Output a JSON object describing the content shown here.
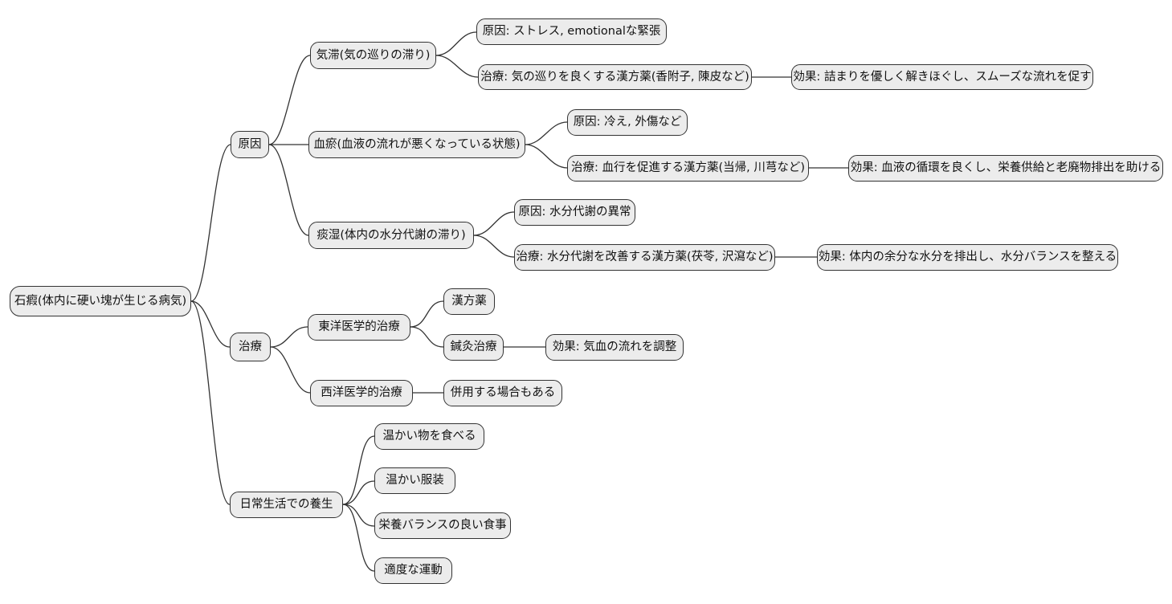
{
  "diagram_type": "mindmap",
  "colors": {
    "background": "#ffffff",
    "node_fill": "#ececec",
    "node_border": "#333333",
    "edge": "#333333",
    "text": "#111111"
  },
  "mindmap": {
    "root": {
      "label": "石瘕(体内に硬い塊が生じる病気)"
    },
    "cause": {
      "label": "原因",
      "kitai": {
        "label": "気滞(気の巡りの滞り)",
        "cause": {
          "label": "原因: ストレス, emotionalな緊張"
        },
        "treatment": {
          "label": "治療: 気の巡りを良くする漢方薬(香附子, 陳皮など)",
          "effect": {
            "label": "効果: 詰まりを優しく解きほぐし、スムーズな流れを促す"
          }
        }
      },
      "ketsuo": {
        "label": "血瘀(血液の流れが悪くなっている状態)",
        "cause": {
          "label": "原因: 冷え, 外傷など"
        },
        "treatment": {
          "label": "治療: 血行を促進する漢方薬(当帰, 川芎など)",
          "effect": {
            "label": "効果: 血液の循環を良くし、栄養供給と老廃物排出を助ける"
          }
        }
      },
      "tanshitsu": {
        "label": "痰湿(体内の水分代謝の滞り)",
        "cause": {
          "label": "原因: 水分代謝の異常"
        },
        "treatment": {
          "label": "治療: 水分代謝を改善する漢方薬(茯苓, 沢瀉など)",
          "effect": {
            "label": "効果: 体内の余分な水分を排出し、水分バランスを整える"
          }
        }
      }
    },
    "treatment": {
      "label": "治療",
      "eastern": {
        "label": "東洋医学的治療",
        "kampo": {
          "label": "漢方薬"
        },
        "acupuncture": {
          "label": "鍼灸治療",
          "effect": {
            "label": "効果: 気血の流れを調整"
          }
        }
      },
      "western": {
        "label": "西洋医学的治療",
        "note": {
          "label": "併用する場合もある"
        }
      }
    },
    "daily": {
      "label": "日常生活での養生",
      "warm_food": {
        "label": "温かい物を食べる"
      },
      "warm_clothes": {
        "label": "温かい服装"
      },
      "balanced_diet": {
        "label": "栄養バランスの良い食事"
      },
      "moderate_exercise": {
        "label": "適度な運動"
      }
    }
  }
}
